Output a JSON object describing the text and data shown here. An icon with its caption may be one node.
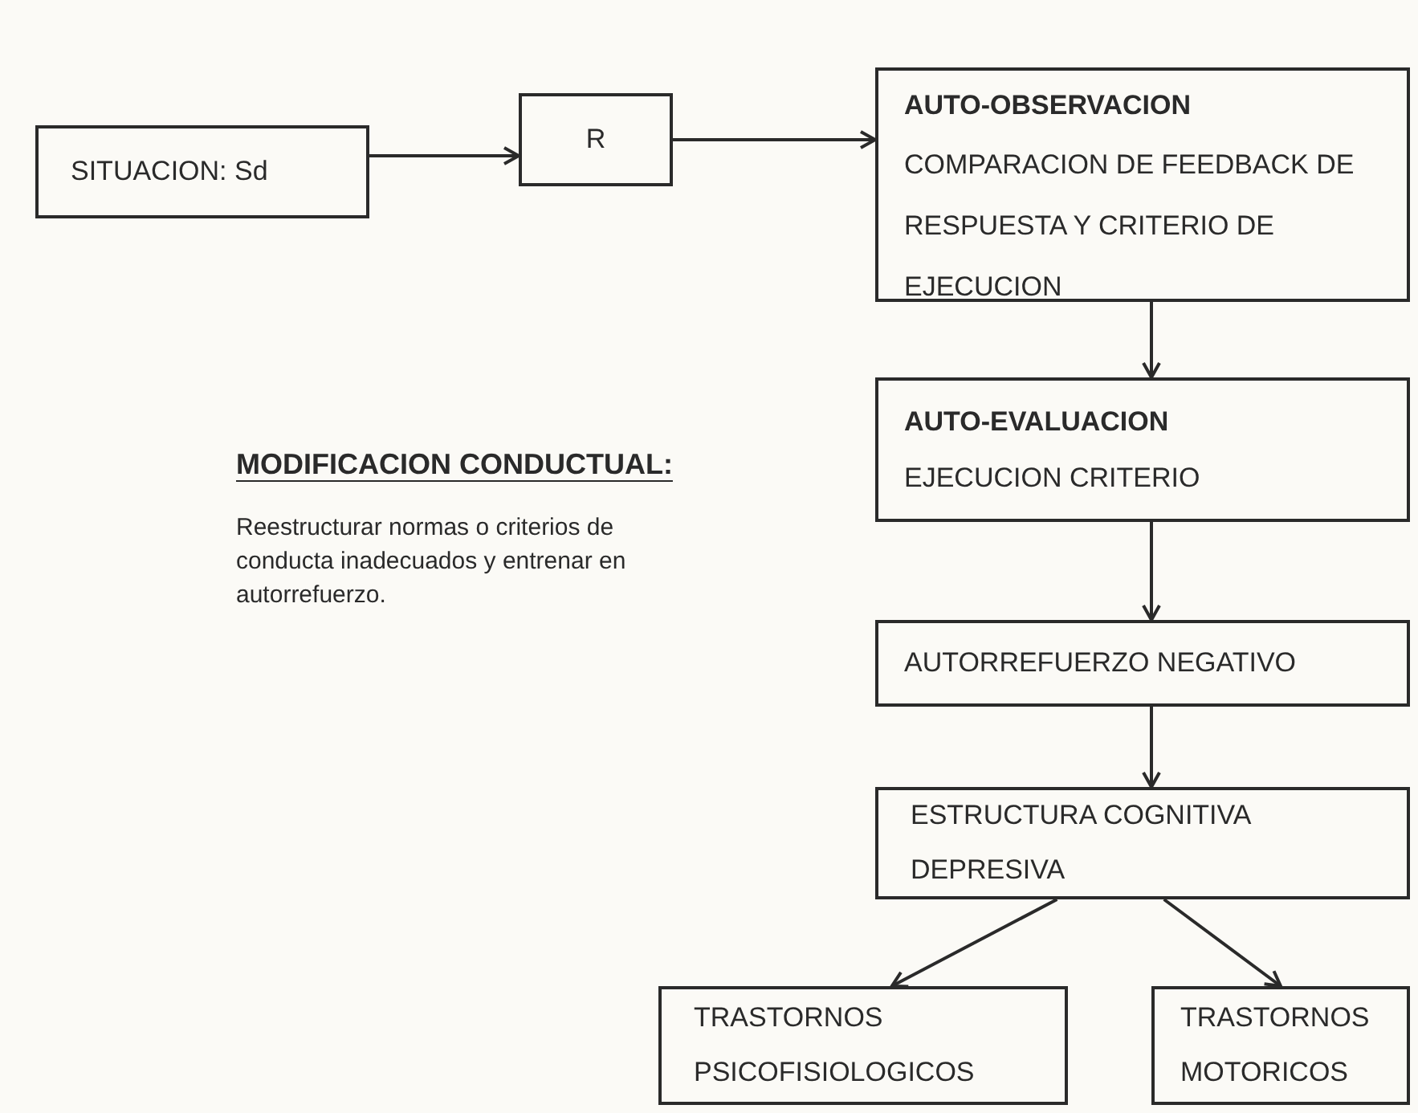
{
  "diagram": {
    "nodes": [
      {
        "text": [
          "SITUACION: Sd"
        ]
      },
      {
        "text": [
          "R"
        ]
      },
      {
        "text": [
          "AUTO-OBSERVACION",
          "COMPARACION DE FEEDBACK DE RESPUESTA Y CRITERIO DE EJECUCION"
        ]
      },
      {
        "text": [
          "AUTO-EVALUACION",
          "EJECUCION CRITERIO"
        ]
      },
      {
        "text": [
          "AUTORREFUERZO NEGATIVO"
        ]
      },
      {
        "text": [
          "ESTRUCTURA COGNITIVA DEPRESIVA"
        ]
      },
      {
        "text": [
          "TRASTORNOS PSICOFISIOLOGICOS"
        ]
      },
      {
        "text": [
          "TRASTORNOS MOTORICOS"
        ]
      }
    ],
    "edges": [
      {
        "from": 0,
        "to": 1,
        "arrow": "to"
      },
      {
        "from": 1,
        "to": 2,
        "arrow": "to"
      },
      {
        "from": 2,
        "to": 3,
        "arrow": "to"
      },
      {
        "from": 3,
        "to": 4,
        "arrow": "to"
      },
      {
        "from": 4,
        "to": 5,
        "arrow": "to"
      },
      {
        "from": 5,
        "to": 6,
        "arrow": "to"
      },
      {
        "from": 5,
        "to": 7,
        "arrow": "to"
      }
    ],
    "labels": [
      "MODIFICACION CONDUCTUAL:",
      "Reestructurar normas o criterios de conducta inadecuados y entrenar en autorrefuerzo."
    ]
  }
}
